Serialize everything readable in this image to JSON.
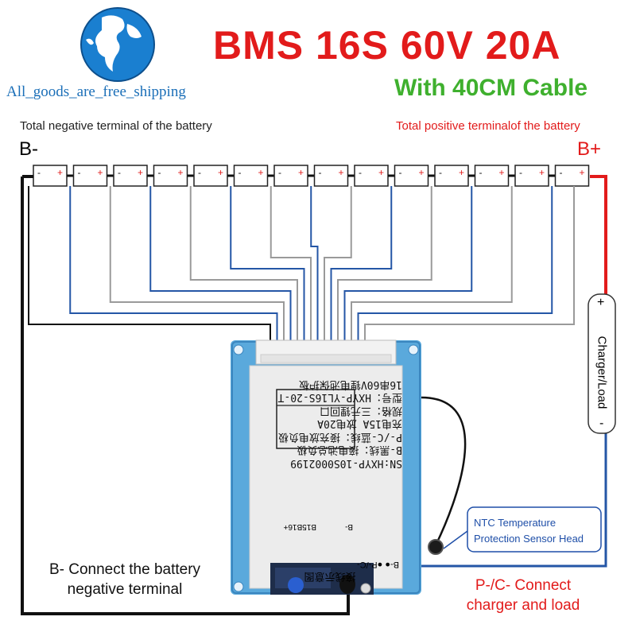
{
  "colors": {
    "red": "#e21b1b",
    "green": "#3fb02e",
    "blue_wire": "#2456a6",
    "gray_wire": "#9a9a9a",
    "black_wire": "#111111",
    "board": "#5aa9dc"
  },
  "header": {
    "title": "BMS 16S 60V 20A",
    "subtitle": "With 40CM Cable",
    "store_name": "All_goods_are_free_shipping"
  },
  "terminals": {
    "negative_desc": "Total negative terminal of the battery",
    "positive_desc": "Total positive terminalof the battery",
    "b_minus": "B-",
    "b_plus": "B+",
    "cell_plus": "+",
    "cell_minus": "-"
  },
  "load_box": {
    "plus": "+",
    "label": "Charger/Load",
    "minus": "-"
  },
  "ntc_note": {
    "line1": "NTC Temperature",
    "line2": "Protection Sensor Head"
  },
  "b_minus_note": {
    "line1": "B- Connect the battery",
    "line2": "negative terminal"
  },
  "pc_note": {
    "line1": "P-/C- Connect",
    "line2": "charger and load"
  },
  "board_label": {
    "heading": "接线示意图",
    "b15b16": "B15B16+",
    "bminus_small": "B-",
    "bottom_pins": "B-●  ●P-/C-",
    "lines": [
      "SN:HXYP-10S0002199",
      "B-黑线：接电池总负极",
      "P-/C-蓝线：接充放电负极",
      "充电15A  放电20A",
      "规格：三元锂回口",
      "型号：HXYP-YL16S-20-T",
      "16串60V锂电池保护板"
    ]
  }
}
